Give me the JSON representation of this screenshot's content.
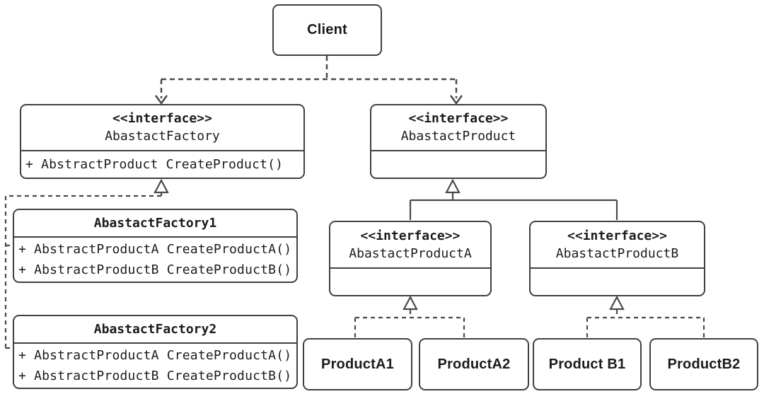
{
  "diagram": {
    "type": "uml-class-diagram",
    "pattern": "Abstract Factory",
    "colors": {
      "border": "#404040",
      "line": "#4a4a4a",
      "text": "#1b1b1b",
      "background": "#ffffff"
    },
    "nodes": {
      "client": {
        "label": "Client"
      },
      "abstract_factory": {
        "stereotype": "<<interface>>",
        "name": "AbastactFactory",
        "members": [
          "+ AbstractProduct CreateProduct()"
        ]
      },
      "abstract_product": {
        "stereotype": "<<interface>>",
        "name": "AbastactProduct",
        "members": []
      },
      "factory1": {
        "name": "AbastactFactory1",
        "members": [
          "+ AbstractProductA CreateProductA()",
          "+ AbstractProductB CreateProductB()"
        ]
      },
      "factory2": {
        "name": "AbastactFactory2",
        "members": [
          "+ AbstractProductA CreateProductA()",
          "+ AbstractProductB CreateProductB()"
        ]
      },
      "abstract_product_a": {
        "stereotype": "<<interface>>",
        "name": "AbastactProductA",
        "members": []
      },
      "abstract_product_b": {
        "stereotype": "<<interface>>",
        "name": "AbastactProductB",
        "members": []
      },
      "product_a1": {
        "label": "ProductA1"
      },
      "product_a2": {
        "label": "ProductA2"
      },
      "product_b1": {
        "label": "Product B1"
      },
      "product_b2": {
        "label": "ProductB2"
      }
    },
    "edges": [
      {
        "from": "Client",
        "to": "AbastactFactory",
        "type": "dependency",
        "style": "dashed-open-arrow"
      },
      {
        "from": "Client",
        "to": "AbastactProduct",
        "type": "dependency",
        "style": "dashed-open-arrow"
      },
      {
        "from": "AbastactFactory1",
        "to": "AbastactFactory",
        "type": "realization",
        "style": "dashed-hollow-triangle"
      },
      {
        "from": "AbastactFactory2",
        "to": "AbastactFactory",
        "type": "realization",
        "style": "dashed-hollow-triangle"
      },
      {
        "from": "AbastactProductA",
        "to": "AbastactProduct",
        "type": "generalization",
        "style": "solid-hollow-triangle"
      },
      {
        "from": "AbastactProductB",
        "to": "AbastactProduct",
        "type": "generalization",
        "style": "solid-hollow-triangle"
      },
      {
        "from": "ProductA1",
        "to": "AbastactProductA",
        "type": "realization",
        "style": "dashed-hollow-triangle"
      },
      {
        "from": "ProductA2",
        "to": "AbastactProductA",
        "type": "realization",
        "style": "dashed-hollow-triangle"
      },
      {
        "from": "ProductB1",
        "to": "AbastactProductB",
        "type": "realization",
        "style": "dashed-hollow-triangle"
      },
      {
        "from": "ProductB2",
        "to": "AbastactProductB",
        "type": "realization",
        "style": "dashed-hollow-triangle"
      }
    ]
  }
}
